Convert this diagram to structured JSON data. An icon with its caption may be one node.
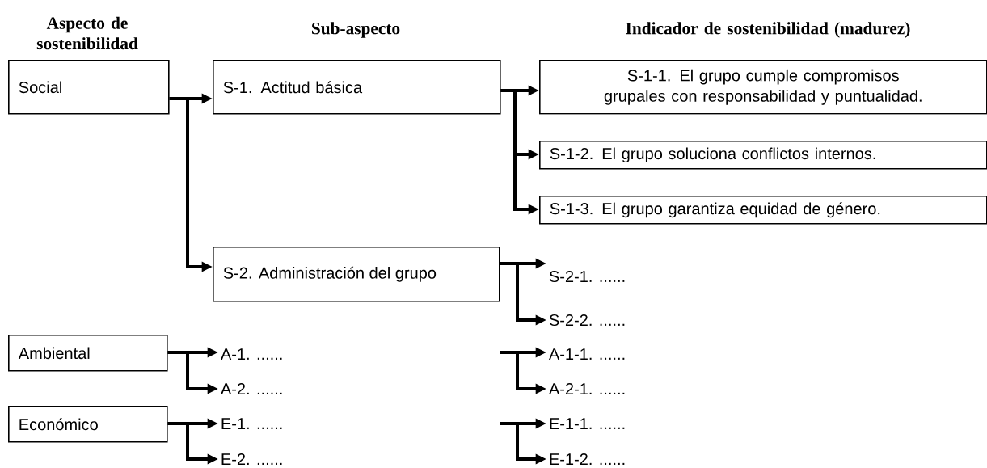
{
  "diagram": {
    "nodes": [
      {
        "text": [
          "Social"
        ]
      },
      {
        "text": [
          "S-1. Actitud básica"
        ]
      },
      {
        "text": [
          "S-1-1. El grupo cumple compromisos grupales con responsabilidad y puntualidad."
        ]
      },
      {
        "text": [
          "S-1-2. El grupo soluciona conflictos internos."
        ]
      },
      {
        "text": [
          "S-1-3. El grupo garantiza equidad de género."
        ]
      },
      {
        "text": [
          "S-2. Administración del grupo"
        ]
      },
      {
        "text": [
          "S-2-1. ......"
        ]
      },
      {
        "text": [
          "S-2-2. ......"
        ]
      },
      {
        "text": [
          "Ambiental"
        ]
      },
      {
        "text": [
          "A-1. ......"
        ]
      },
      {
        "text": [
          "A-2. ......"
        ]
      },
      {
        "text": [
          "A-1-1. ......"
        ]
      },
      {
        "text": [
          "A-2-1. ......"
        ]
      },
      {
        "text": [
          "Económico"
        ]
      },
      {
        "text": [
          "E-1. ......"
        ]
      },
      {
        "text": [
          "E-2. ......"
        ]
      },
      {
        "text": [
          "E-1-1. ......"
        ]
      },
      {
        "text": [
          "E-1-2. ......"
        ]
      }
    ],
    "edges": [
      {
        "from": 0,
        "to": 1,
        "arrow": "to"
      },
      {
        "from": 0,
        "to": 5,
        "arrow": "to"
      },
      {
        "from": 1,
        "to": 2,
        "arrow": "to"
      },
      {
        "from": 1,
        "to": 3,
        "arrow": "to"
      },
      {
        "from": 1,
        "to": 4,
        "arrow": "to"
      },
      {
        "from": 5,
        "to": 6,
        "arrow": "to"
      },
      {
        "from": 5,
        "to": 7,
        "arrow": "to"
      },
      {
        "from": 8,
        "to": 9,
        "arrow": "to"
      },
      {
        "from": 8,
        "to": 10,
        "arrow": "to"
      },
      {
        "from": null,
        "to": 11,
        "arrow": "to"
      },
      {
        "from": null,
        "to": 12,
        "arrow": "to"
      },
      {
        "from": 13,
        "to": 14,
        "arrow": "to"
      },
      {
        "from": 13,
        "to": 15,
        "arrow": "to"
      },
      {
        "from": null,
        "to": 16,
        "arrow": "to"
      },
      {
        "from": null,
        "to": 17,
        "arrow": "to"
      }
    ],
    "labels": [
      "Aspecto de sostenibilidad",
      "Sub-aspecto",
      "Indicador de sostenibilidad (madurez)"
    ]
  }
}
